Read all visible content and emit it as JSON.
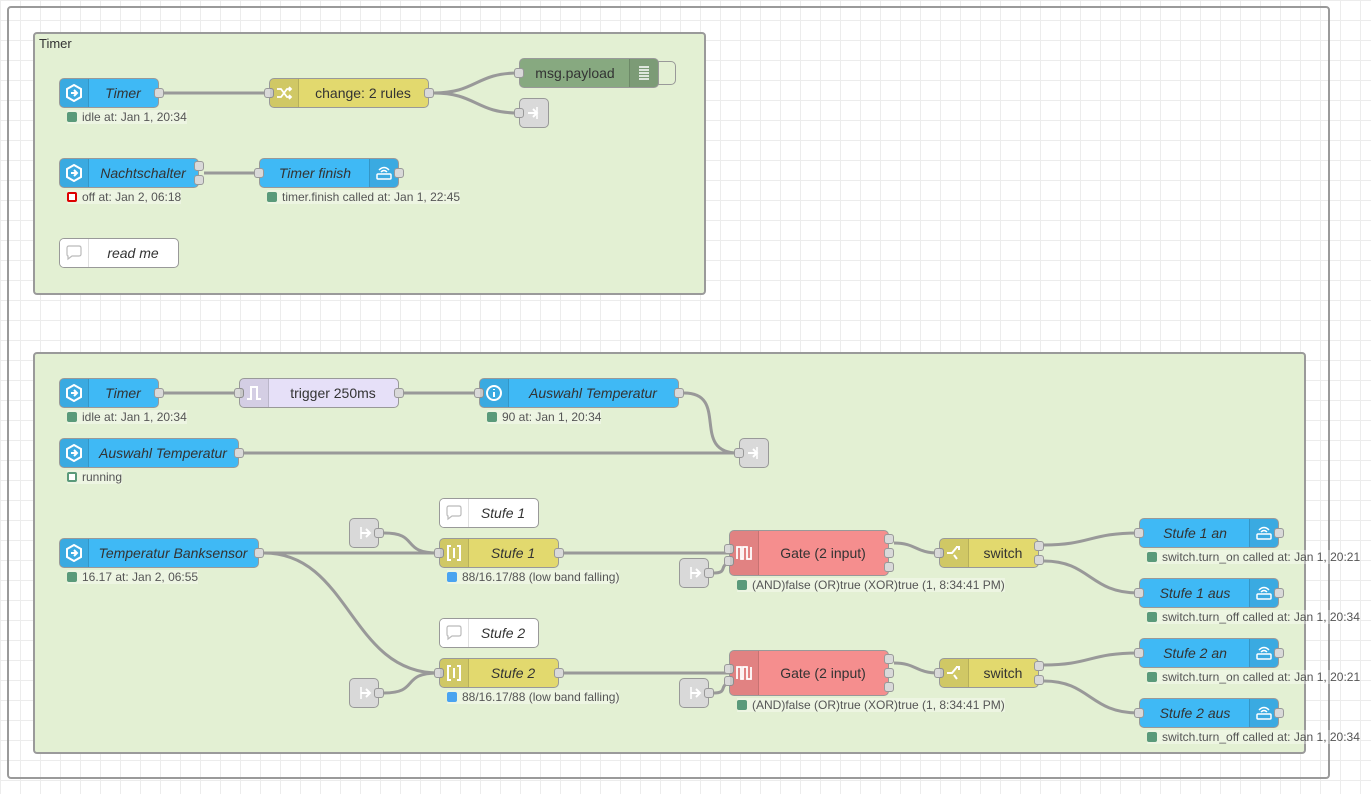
{
  "groups": {
    "timer_label": "Timer"
  },
  "group1": {
    "timer": {
      "label": "Timer",
      "status": "idle at: Jan 1, 20:34"
    },
    "change": {
      "label": "change: 2 rules"
    },
    "debug": {
      "label": "msg.payload"
    },
    "nachtschalter": {
      "label": "Nachtschalter",
      "status": "off at: Jan 2, 06:18"
    },
    "timer_finish": {
      "label": "Timer finish",
      "status": "timer.finish called at: Jan 1, 22:45"
    },
    "readme": {
      "label": "read me"
    }
  },
  "group2": {
    "timer": {
      "label": "Timer",
      "status": "idle at: Jan 1, 20:34"
    },
    "trigger": {
      "label": "trigger 250ms"
    },
    "auswahl_current": {
      "label": "Auswahl Temperatur",
      "status": "90 at: Jan 1, 20:34"
    },
    "auswahl_state": {
      "label": "Auswahl Temperatur",
      "status": "running"
    },
    "temp_sensor": {
      "label": "Temperatur Banksensor",
      "status": "16.17 at: Jan 2, 06:55"
    },
    "stufe1_comment": {
      "label": "Stufe 1"
    },
    "stufe1_switch": {
      "label": "Stufe 1",
      "status": "88/16.17/88 (low band falling)"
    },
    "stufe2_comment": {
      "label": "Stufe 2"
    },
    "stufe2_switch": {
      "label": "Stufe 2",
      "status": "88/16.17/88 (low band falling)"
    },
    "gate1": {
      "label": "Gate (2 input)",
      "status": "(AND)false (OR)true (XOR)true (1, 8:34:41 PM)"
    },
    "gate2": {
      "label": "Gate (2 input)",
      "status": "(AND)false (OR)true (XOR)true (1, 8:34:41 PM)"
    },
    "switch1": {
      "label": "switch"
    },
    "switch2": {
      "label": "switch"
    },
    "stufe1_an": {
      "label": "Stufe 1 an",
      "status": "switch.turn_on called at: Jan 1, 20:21"
    },
    "stufe1_aus": {
      "label": "Stufe 1 aus",
      "status": "switch.turn_off called at: Jan 1, 20:34"
    },
    "stufe2_an": {
      "label": "Stufe 2 an",
      "status": "switch.turn_on called at: Jan 1, 20:21"
    },
    "stufe2_aus": {
      "label": "Stufe 2 aus",
      "status": "switch.turn_off called at: Jan 1, 20:34"
    }
  },
  "colors": {
    "group_fill": "#e3f0d3",
    "ha_blue": "#3fb9f5",
    "function_yellow": "#e2d96e",
    "gate_red": "#f58e8e",
    "trigger_lavender": "#e6e0f8",
    "debug_green": "#87a980"
  }
}
